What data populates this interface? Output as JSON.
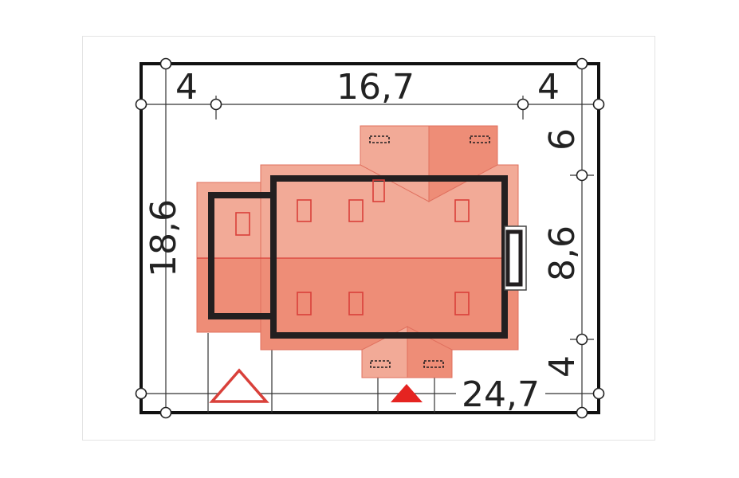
{
  "plot": {
    "dimensions": {
      "width_total": "24,7",
      "depth_total": "18,6",
      "setback_left": "4",
      "building_width": "16,7",
      "setback_right": "4",
      "setback_top": "6",
      "building_depth": "8,6",
      "setback_bottom": "4"
    }
  },
  "colors": {
    "roof_light": "#f2aa97",
    "roof_dark": "#ee8d77",
    "outline_red": "#d9403a",
    "wall": "#231f20",
    "entrance_marker": "#e52421"
  },
  "markers": {
    "main_entrance": "solid-triangle",
    "garage_entrance": "outline-triangle"
  }
}
